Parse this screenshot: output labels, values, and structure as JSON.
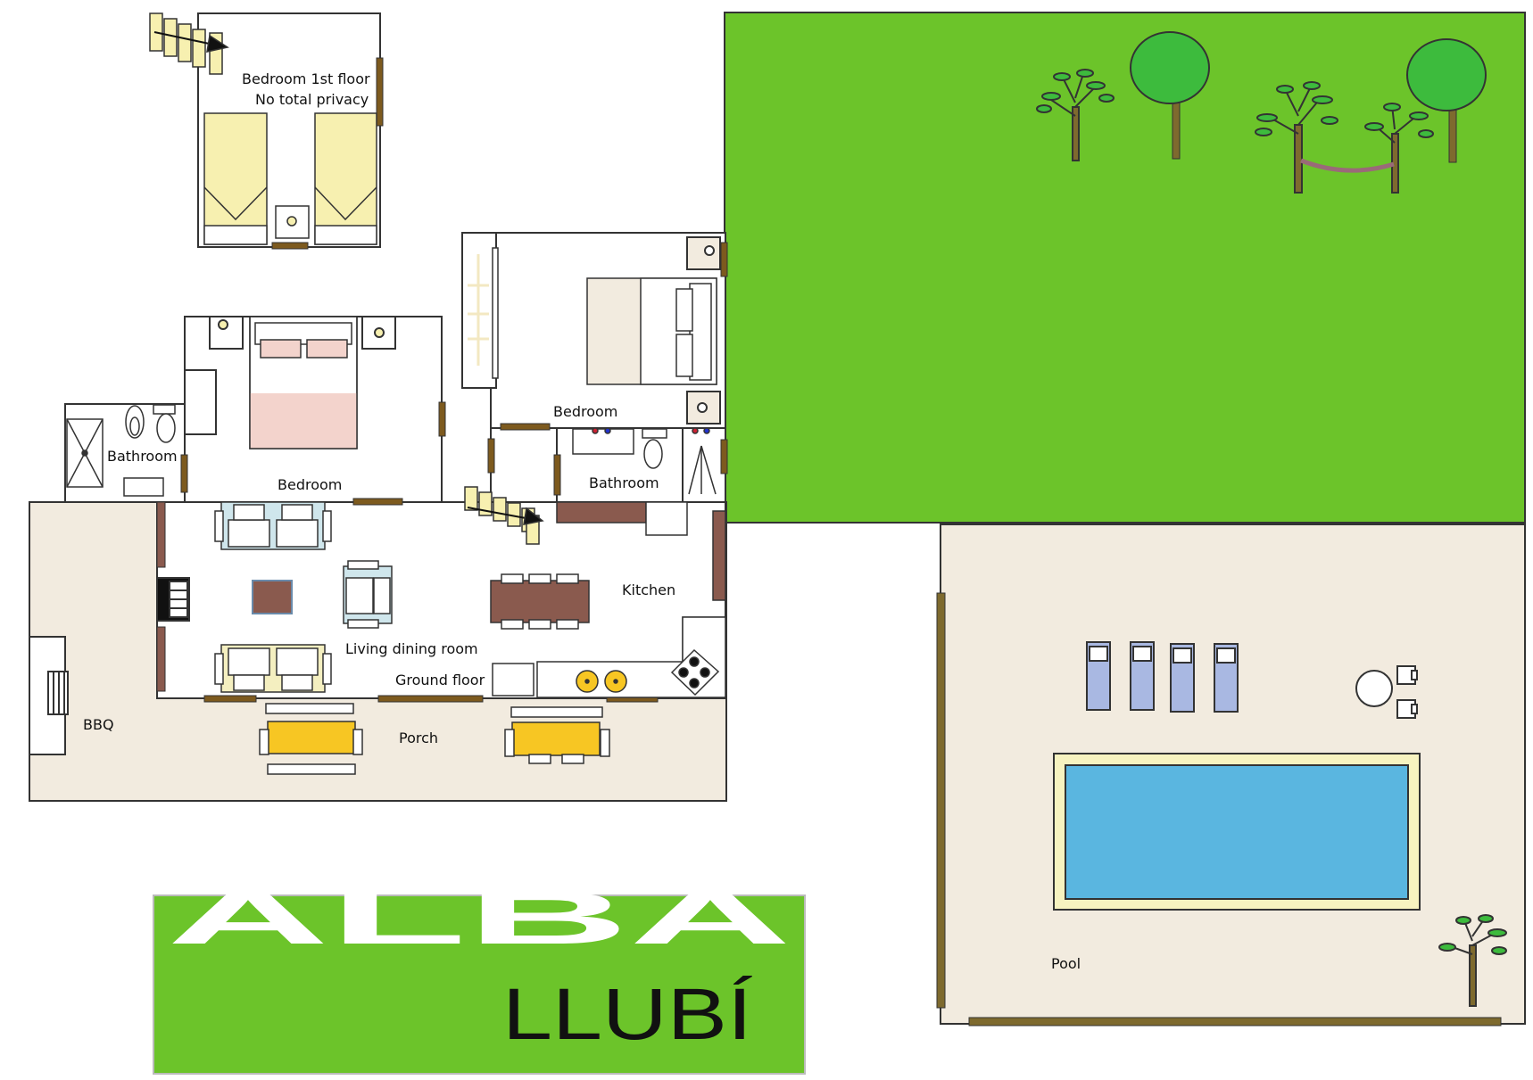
{
  "labels": {
    "bedroom_1st_floor": "Bedroom 1st floor",
    "no_total_privacy": "No total privacy",
    "bedroom_right": "Bedroom",
    "bathroom_left": "Bathroom",
    "bedroom_left": "Bedroom",
    "bathroom_right": "Bathroom",
    "kitchen": "Kitchen",
    "living_dining": "Living dining room",
    "ground_floor": "Ground floor",
    "bbq": "BBQ",
    "porch": "Porch",
    "pool": "Pool"
  },
  "logo": {
    "title": "ALBA",
    "subtitle": "LLUBÍ"
  },
  "colors": {
    "garden": "#6cc42a",
    "terrace": "#f2ebdf",
    "wall": "#333333",
    "door": "#7d5a1e",
    "bed": "#f7f0b0",
    "double_bed": "#f3d3cc",
    "sofa": "#cfe6ec",
    "sofa_alt": "#f4efc0",
    "table": "#8a5a4e",
    "porch_table": "#f7c623",
    "lounger": "#a9b8e2",
    "pool_water": "#5ab6e0",
    "pool_edge": "#f7f3c0",
    "tree_crown": "#3dbb3d",
    "trunk": "#7e6a2e",
    "logo_bg": "#6cc42a"
  }
}
